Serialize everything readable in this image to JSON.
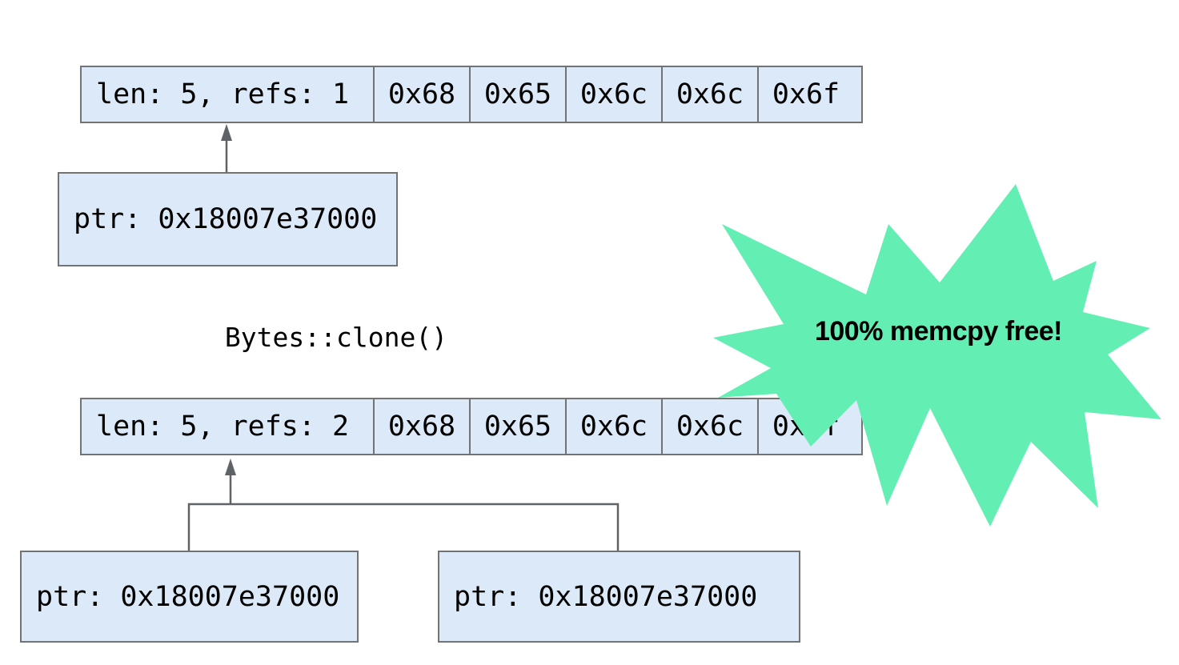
{
  "diagram": {
    "before": {
      "header": "len: 5, refs: 1",
      "cells": [
        "0x68",
        "0x65",
        "0x6c",
        "0x6c",
        "0x6f"
      ],
      "pointer": "ptr: 0x18007e37000"
    },
    "operation_label": "Bytes::clone()",
    "after": {
      "header": "len: 5, refs: 2",
      "cells": [
        "0x68",
        "0x65",
        "0x6c",
        "0x6c",
        "0x6f"
      ],
      "pointer_left": "ptr: 0x18007e37000",
      "pointer_right": "ptr: 0x18007e37000"
    },
    "badge": {
      "text": "100% memcpy free!",
      "fill_color": "#63efb3",
      "text_color": "#000000"
    },
    "colors": {
      "box_fill": "#dce9f8",
      "box_border": "#737373",
      "line": "#5f6368",
      "text": "#000000"
    }
  }
}
